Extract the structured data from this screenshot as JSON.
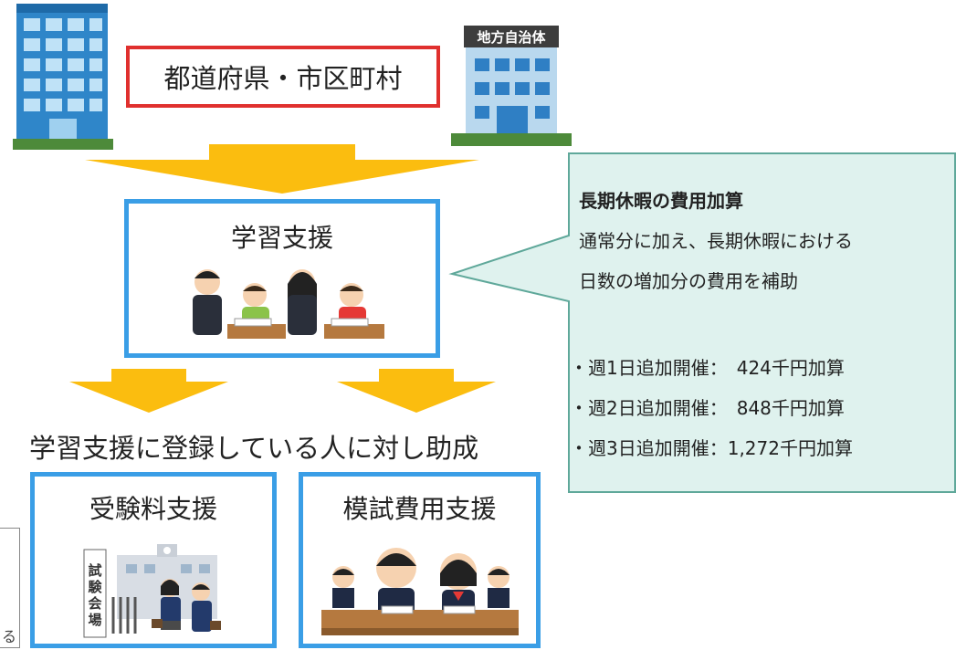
{
  "top_box": {
    "label": "都道府県・市区町村"
  },
  "building_right": {
    "sign": "地方自治体"
  },
  "support_box": {
    "title": "学習支援"
  },
  "caption": "学習支援に登録している人に対し助成",
  "exam_support": {
    "title": "受験料支援",
    "sign": "試験会場"
  },
  "mock_support": {
    "title": "模試費用支援"
  },
  "callout": {
    "heading": "長期休暇の費用加算",
    "body_line1": "通常分に加え、長期休暇における",
    "body_line2": "日数の増加分の費用を補助",
    "items": [
      "・週1日追加開催：　424千円加算",
      "・週2日追加開催：　848千円加算",
      "・週3日追加開催：1,272千円加算"
    ]
  },
  "side_fragment": "る",
  "colors": {
    "arrow": "#fbbd0f",
    "red_border": "#e0302e",
    "blue_border": "#3a9ee6",
    "callout_fill": "#dff2ee",
    "callout_border": "#5fa89a"
  }
}
